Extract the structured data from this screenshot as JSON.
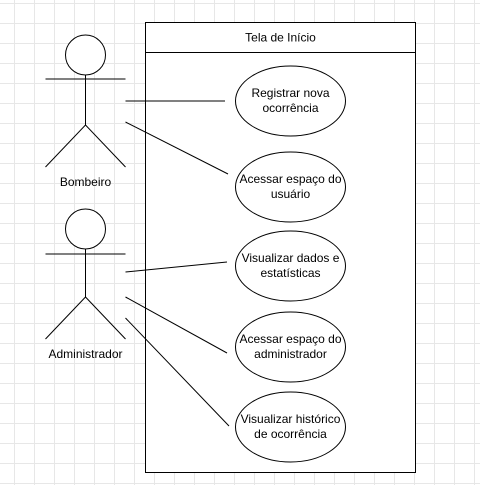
{
  "system": {
    "title": "Tela de Início"
  },
  "actors": [
    {
      "name": "Bombeiro"
    },
    {
      "name": "Administrador"
    }
  ],
  "use_cases": [
    {
      "line1": "Registrar nova",
      "line2": "ocorrência"
    },
    {
      "line1": "Acessar espaço do",
      "line2": "usuário"
    },
    {
      "line1": "Visualizar dados e",
      "line2": "estatísticas"
    },
    {
      "line1": "Acessar espaço do",
      "line2": "administrador"
    },
    {
      "line1": "Visualizar histórico",
      "line2": "de ocorrência"
    }
  ]
}
